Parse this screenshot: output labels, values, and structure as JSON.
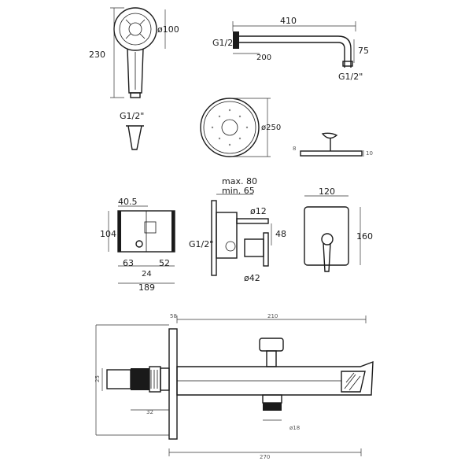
{
  "hand_shower": {
    "height": "230",
    "diameter": "ø100",
    "thread": "G1/2\""
  },
  "shower_arm": {
    "length": "410",
    "thread_inlet": "G1/2\"",
    "straight_length": "200",
    "drop": "75",
    "thread_outlet": "G1/2\""
  },
  "head_shower": {
    "diameter": "ø250",
    "thickness_top": "8",
    "thickness_right": "10"
  },
  "box_section": {
    "top_width": "40.5",
    "height": "104",
    "left_offset": "63",
    "center_offset": "24",
    "right_offset": "52",
    "total_width": "189"
  },
  "valve_side": {
    "max_depth": "max. 80",
    "min_depth": "min. 65",
    "pipe_dia": "ø12",
    "thread": "G1/2\"",
    "spacing": "48",
    "bottom_dia": "ø42"
  },
  "cover_plate": {
    "width": "120",
    "height": "160"
  },
  "spout": {
    "plate_top": "58",
    "length": "210",
    "pipe_vertical": "25",
    "inlet_offset": "32",
    "valve_dia": "ø18",
    "total_length": "270"
  }
}
